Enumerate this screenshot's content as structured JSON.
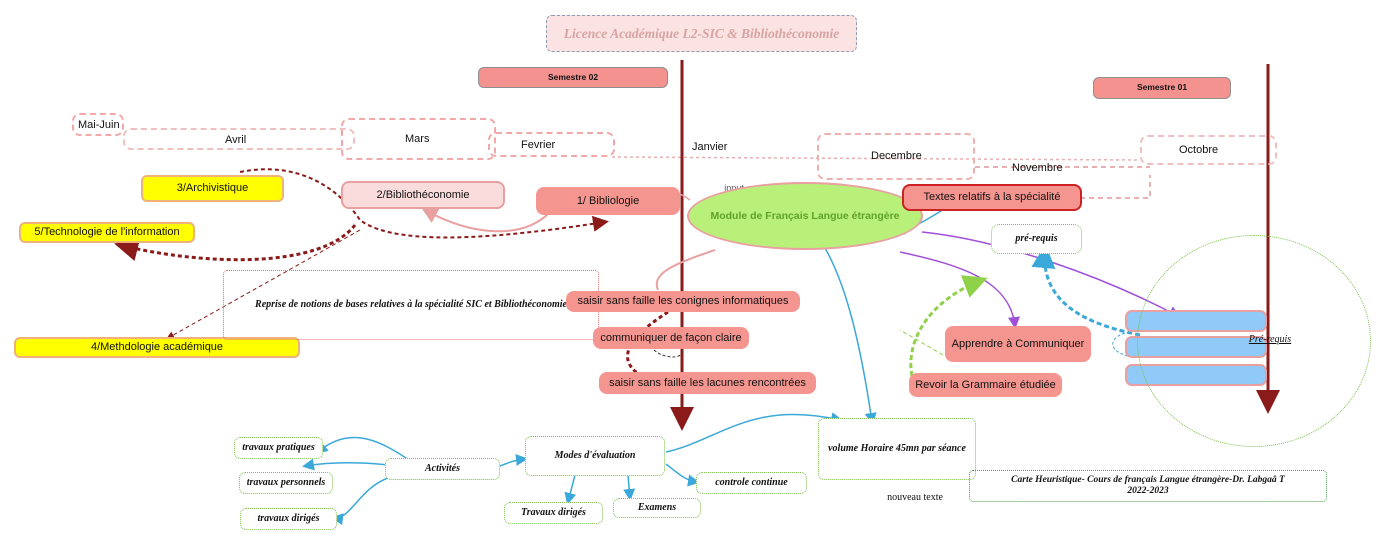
{
  "title": "Licence Académique L2-SIC & Bibliothéconomie",
  "semesters": {
    "s2": "Semestre 02",
    "s1": "Semestre 01"
  },
  "months": {
    "mai_juin": "Mai-Juin",
    "avril": "Avril",
    "mars": "Mars",
    "fevrier": "Fevrier",
    "janvier": "Janvier",
    "decembre": "Decembre",
    "novembre": "Novembre",
    "octobre": "Octobre"
  },
  "center": "Module de Français Langue étrangère",
  "input_label": "input",
  "left_topics": {
    "archivistique": "3/Archivistique",
    "bibliotheconomie": "2/Bibliothéconomie",
    "bibliologie": "1/ Bibliologie",
    "technologie": "5/Technologie de l'information",
    "methodologie": "4/Methdologie  académique"
  },
  "reprise": "Reprise de notions de bases relatives à la spécialité SIC et Bibliothéconomie",
  "skills": {
    "saisir_consignes": "saisir sans faille les conignes informatiques",
    "communiquer": "communiquer de façon claire",
    "saisir_lacunes": "saisir sans faille les lacunes rencontrées"
  },
  "right_topics": {
    "textes": "Textes relatifs à la spécialité",
    "prerequis_small": "pré-requis",
    "apprendre": "Apprendre à Communiquer",
    "revoir": "Revoir la Grammaire étudiée",
    "prerequis_big": "Pré-requis"
  },
  "evaluation": {
    "activites": "Activités",
    "travaux_pratiques": "travaux pratiques",
    "travaux_personnels": "travaux personnels",
    "travaux_diriges": "travaux dirigés",
    "modes": "Modes d'évaluation",
    "travaux_diriges_2": "Travaux dirigés",
    "examens": "Examens",
    "controle": "controle continue",
    "volume": "volume Horaire 45mn par séance"
  },
  "credit": {
    "line1": "Carte Heuristique- Cours de français Langue étrangère-Dr. Labgaâ T",
    "line2": "2022-2023"
  },
  "new_text": "nouveau texte",
  "colors": {
    "timeline_arrow": "#8b1a1a",
    "salmon": "#f59590",
    "yellow": "#ffff00",
    "lime": "#b9f07a",
    "sky": "#8fcaf8",
    "connector_blue": "#3aa8d8",
    "connector_purple": "#a050d8",
    "connector_green": "#8fd24a"
  }
}
